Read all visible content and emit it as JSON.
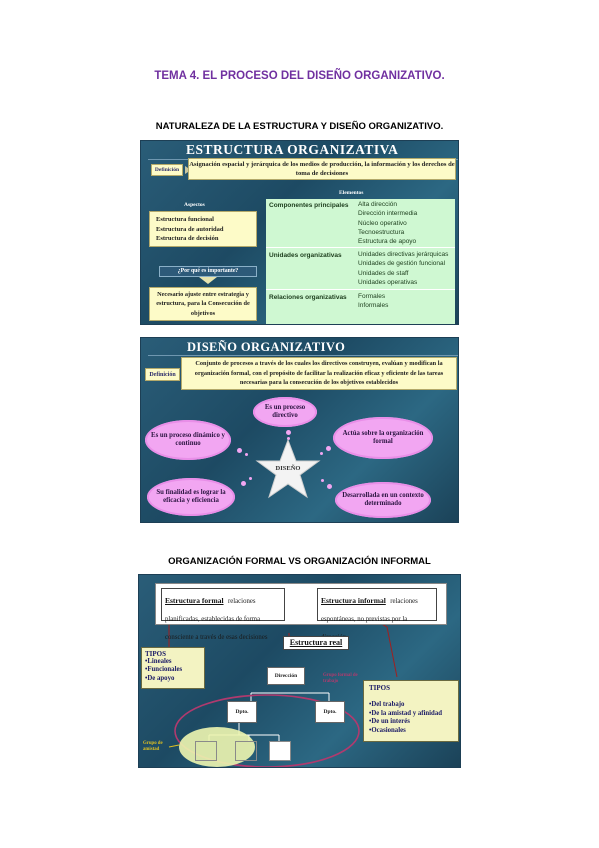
{
  "doc": {
    "title": "TEMA 4. EL PROCESO DEL DISEÑO ORGANIZATIVO.",
    "section1": "NATURALEZA DE LA ESTRUCTURA Y DISEÑO ORGANIZATIVO.",
    "section2": "ORGANIZACIÓN FORMAL VS ORGANIZACIÓN INFORMAL"
  },
  "slide1": {
    "title": "ESTRUCTURA ORGANIZATIVA",
    "definicion_label": "Definición",
    "definicion_text": "Asignación espacial y jerárquica de los medios de producción, la información y los derechos de toma de decisiones",
    "aspectos_label": "Aspectos",
    "aspectos": [
      "Estructura funcional",
      "Estructura de autoridad",
      "Estructura de decisión"
    ],
    "importante_label": "¿Por qué es importante?",
    "importante_text": "Necesario ajuste entre estrategia y estructura, para la Consecución de objetivos",
    "elementos_label": "Elementos",
    "componentes_label": "Componentes principales",
    "componentes": [
      "Alta dirección",
      "Dirección intermedia",
      "Núcleo operativo",
      "Tecnoestructura",
      "Estructura de apoyo"
    ],
    "unidades_label": "Unidades organizativas",
    "unidades": [
      "Unidades directivas jerárquicas",
      "Unidades de gestión funcional",
      "Unidades de staff",
      "Unidades operativas"
    ],
    "relaciones_label": "Relaciones organizativas",
    "relaciones": [
      "Formales",
      "Informales"
    ]
  },
  "slide2": {
    "title": "DISEÑO ORGANIZATIVO",
    "definicion_label": "Definición",
    "definicion_text": "Conjunto de procesos a través de los cuales los directivos construyen, evalúan y modifican la organización formal, con el propósito de facilitar la realización eficaz y eficiente de las tareas necesarias para la consecución de los objetivos establecidos",
    "center": "DISEÑO",
    "clouds": {
      "top": "Es un proceso directivo",
      "left": "Es un proceso dinámico y continuo",
      "right": "Actúa sobre la organización formal",
      "bottom_left": "Su finalidad es lograr la eficacia y eficiencia",
      "bottom_right": "Desarrollada en un contexto determinado"
    }
  },
  "slide3": {
    "formal_title": "Estructura formal",
    "formal_text": "relaciones planificadas, establecidas de forma consciente a través de esas decisiones",
    "informal_title": "Estructura informal",
    "informal_text": "relaciones espontáneas, no previstas por la dirección",
    "real": "Estructura real",
    "tipos_formal_label": "TIPOS",
    "tipos_formal": [
      "•Lineales",
      "•Funcionales",
      "•De apoyo"
    ],
    "tipos_informal_label": "TIPOS",
    "tipos_informal": [
      "•Del trabajo",
      "•De la amistad y afinidad",
      "•De un interés",
      "•Ocasionales"
    ],
    "direccion": "Dirección",
    "dpto1": "Dpto.",
    "dpto2": "Dpto.",
    "grupo_formal": "Grupo formal de trabajo",
    "grupo_amistad": "Grupo de amistad"
  }
}
